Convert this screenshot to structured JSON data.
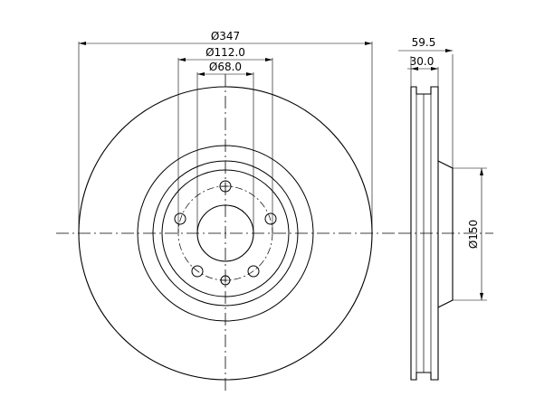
{
  "dimensions": {
    "outer_diameter": "Ø347",
    "bolt_circle_diameter": "Ø112.0",
    "center_bore_diameter": "Ø68.0",
    "overall_height": "59.5",
    "disc_thickness": "30.0",
    "hat_diameter": "Ø150"
  },
  "colors": {
    "line": "#000000",
    "background": "#ffffff"
  }
}
